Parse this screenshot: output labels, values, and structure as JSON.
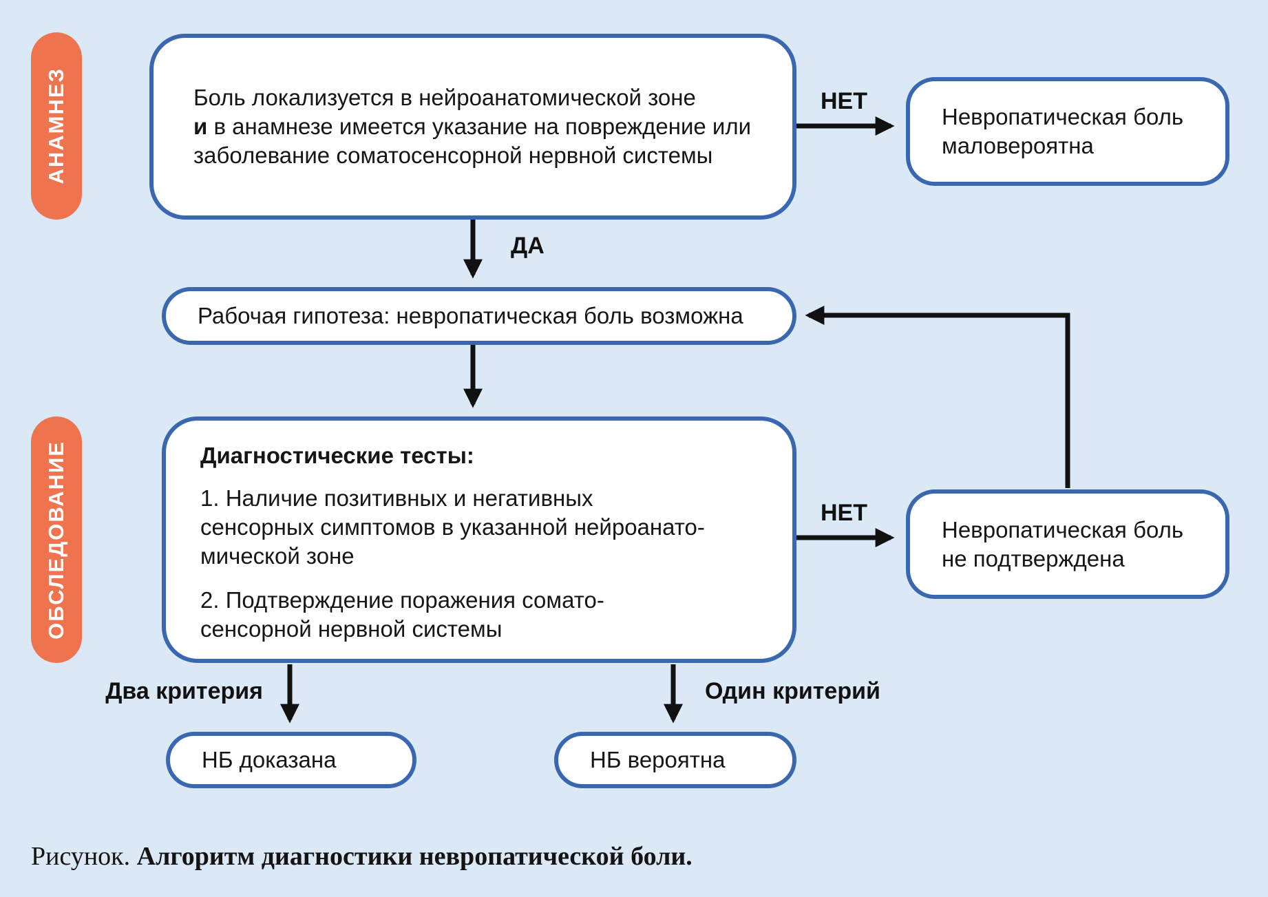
{
  "page": {
    "caption_prefix": "Рисунок. ",
    "caption_bold": "Алгоритм диагностики невропатической боли."
  },
  "colors": {
    "background": "#dbe8f5",
    "node_border_blue": "#3a68b0",
    "stage_orange": "#ee7450",
    "arrow_black": "#111111"
  },
  "stages": {
    "anamnesis": "АНАМНЕЗ",
    "examination": "ОБСЛЕДОВАНИЕ"
  },
  "nodes": {
    "history": {
      "text_start": "Боль локализуется в нейроанатомической зоне\n",
      "text_bold": "и",
      "text_rest": " в анамнезе имеется указание на повреждение или заболевание соматосенсорной нервной системы"
    },
    "unlikely": {
      "text": "Невропатическая боль\nмаловероятна"
    },
    "hypothesis": {
      "text": "Рабочая гипотеза: невропатическая боль возможна"
    },
    "tests": {
      "title": "Диагностические тесты:",
      "item1": "1. Наличие позитивных и негативных\nсенсорных симптомов в указанной нейроанато-\nмической зоне",
      "item2": "2. Подтверждение поражения сомато-\nсенсорной нервной системы"
    },
    "not_confirmed": {
      "text": "Невропатическая боль\nне подтверждена"
    },
    "proven": {
      "text": "НБ доказана"
    },
    "probable": {
      "text": "НБ вероятна"
    }
  },
  "edge_labels": {
    "no_top": "НЕТ",
    "yes": "ДА",
    "no_bottom": "НЕТ",
    "two_criteria": "Два критерия",
    "one_criterion": "Один критерий"
  }
}
